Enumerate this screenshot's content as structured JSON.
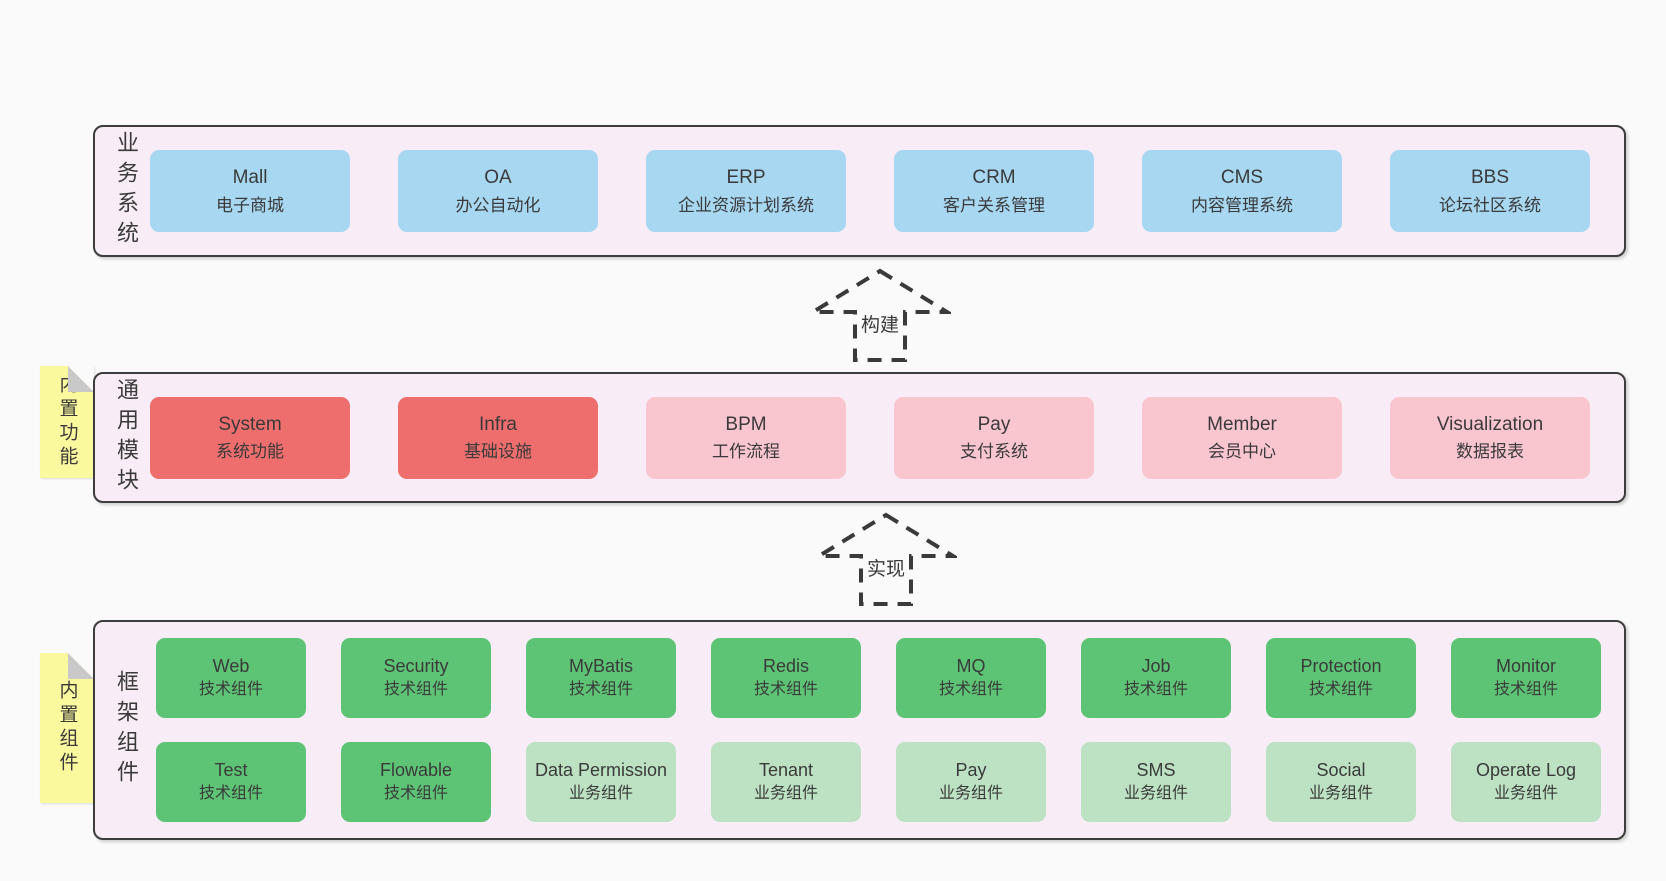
{
  "palette": {
    "page_bg": "#fafafa",
    "panel_bg": "#f8edf6",
    "panel_border": "#3d3d3d",
    "blue_box": "#a7d7f1",
    "red_box": "#ee6d6d",
    "pink_box": "#f9c6d0",
    "green_box": "#5ec475",
    "light_green_box": "#bce2c3",
    "note_yellow": "#fbf99e",
    "note_fold_gray": "#c9c9c9",
    "text": "#3a3a3a"
  },
  "arrows": [
    {
      "label": "构建"
    },
    {
      "label": "实现"
    }
  ],
  "sections": {
    "business": {
      "label": "业务系统",
      "boxes": [
        {
          "title": "Mall",
          "subtitle": "电子商城"
        },
        {
          "title": "OA",
          "subtitle": "办公自动化"
        },
        {
          "title": "ERP",
          "subtitle": "企业资源计划系统"
        },
        {
          "title": "CRM",
          "subtitle": "客户关系管理"
        },
        {
          "title": "CMS",
          "subtitle": "内容管理系统"
        },
        {
          "title": "BBS",
          "subtitle": "论坛社区系统"
        }
      ]
    },
    "modules": {
      "label": "通用模块",
      "note": "内置功能",
      "boxes": [
        {
          "title": "System",
          "subtitle": "系统功能"
        },
        {
          "title": "Infra",
          "subtitle": "基础设施"
        },
        {
          "title": "BPM",
          "subtitle": "工作流程"
        },
        {
          "title": "Pay",
          "subtitle": "支付系统"
        },
        {
          "title": "Member",
          "subtitle": "会员中心"
        },
        {
          "title": "Visualization",
          "subtitle": "数据报表"
        }
      ]
    },
    "components": {
      "label": "框架组件",
      "note": "内置组件",
      "rows": [
        [
          {
            "title": "Web",
            "subtitle": "技术组件"
          },
          {
            "title": "Security",
            "subtitle": "技术组件"
          },
          {
            "title": "MyBatis",
            "subtitle": "技术组件"
          },
          {
            "title": "Redis",
            "subtitle": "技术组件"
          },
          {
            "title": "MQ",
            "subtitle": "技术组件"
          },
          {
            "title": "Job",
            "subtitle": "技术组件"
          },
          {
            "title": "Protection",
            "subtitle": "技术组件"
          },
          {
            "title": "Monitor",
            "subtitle": "技术组件"
          }
        ],
        [
          {
            "title": "Test",
            "subtitle": "技术组件"
          },
          {
            "title": "Flowable",
            "subtitle": "技术组件"
          },
          {
            "title": "Data Permission",
            "subtitle": "业务组件"
          },
          {
            "title": "Tenant",
            "subtitle": "业务组件"
          },
          {
            "title": "Pay",
            "subtitle": "业务组件"
          },
          {
            "title": "SMS",
            "subtitle": "业务组件"
          },
          {
            "title": "Social",
            "subtitle": "业务组件"
          },
          {
            "title": "Operate Log",
            "subtitle": "业务组件"
          }
        ]
      ]
    }
  }
}
